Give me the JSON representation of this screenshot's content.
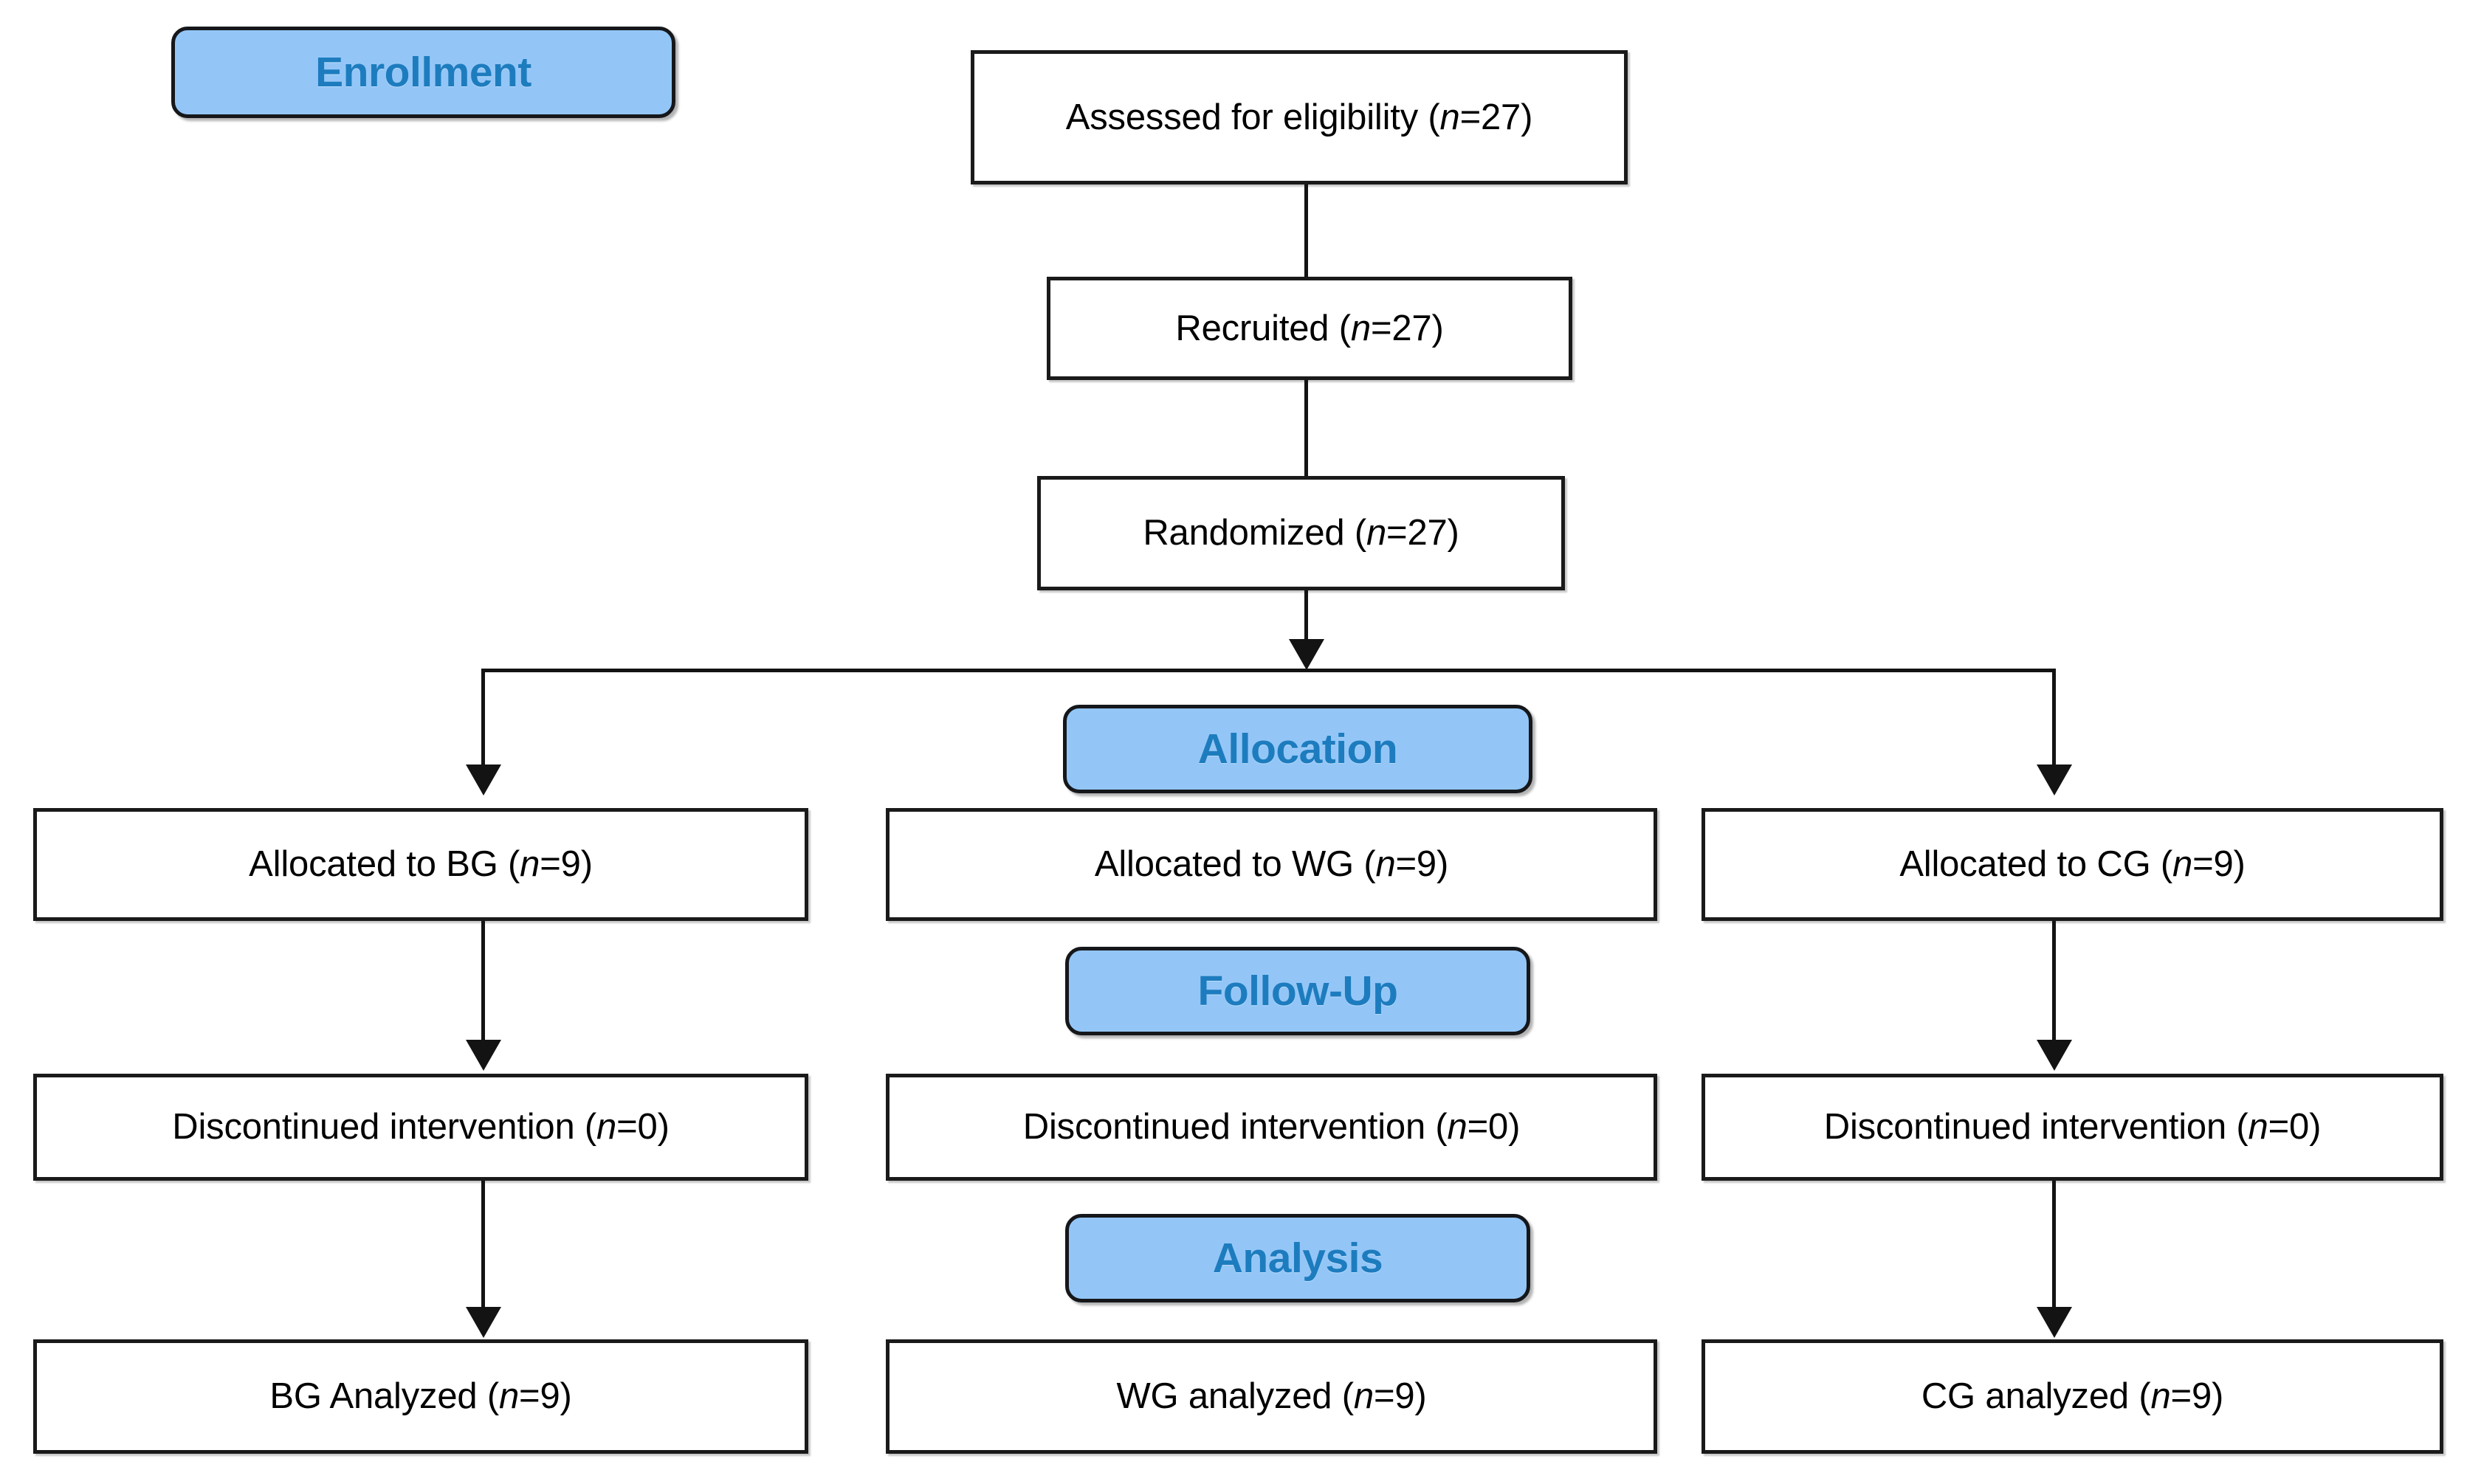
{
  "diagram": {
    "title": "CONSORT participant flow diagram",
    "colors": {
      "banner_fill": "#93C6F7",
      "banner_text": "#1D7CBE",
      "banner_border": "#15171a",
      "box_border": "#1a1a1a",
      "box_fill": "#ffffff",
      "connector": "#131313",
      "page_background": "#ffffff"
    }
  },
  "stages": {
    "enrollment": "Enrollment",
    "allocation": "Allocation",
    "followup": "Follow-Up",
    "analysis": "Analysis"
  },
  "enrollment_nodes": {
    "assessed": {
      "label": "Assessed for eligibility (",
      "n_symbol": "n",
      "n_value": "=27)"
    },
    "recruited": {
      "label": "Recruited (",
      "n_symbol": "n",
      "n_value": "=27)"
    },
    "randomized": {
      "label": "Randomized (",
      "n_symbol": "n",
      "n_value": "=27)"
    }
  },
  "arms": [
    {
      "key": "BG",
      "allocation": {
        "label": "Allocated to BG (",
        "n_symbol": "n",
        "n_value": "=9)"
      },
      "followup": {
        "label": "Discontinued intervention (",
        "n_symbol": "n",
        "n_value": "=0)"
      },
      "analysis": {
        "label": "BG Analyzed (",
        "n_symbol": "n",
        "n_value": "=9)"
      }
    },
    {
      "key": "WG",
      "allocation": {
        "label": "Allocated to WG (",
        "n_symbol": "n",
        "n_value": "=9)"
      },
      "followup": {
        "label": "Discontinued intervention (",
        "n_symbol": "n",
        "n_value": "=0)"
      },
      "analysis": {
        "label": "WG analyzed (",
        "n_symbol": "n",
        "n_value": "=9)"
      }
    },
    {
      "key": "CG",
      "allocation": {
        "label": "Allocated to CG (",
        "n_symbol": "n",
        "n_value": "=9)"
      },
      "followup": {
        "label": "Discontinued intervention (",
        "n_symbol": "n",
        "n_value": "=0)"
      },
      "analysis": {
        "label": "CG analyzed (",
        "n_symbol": "n",
        "n_value": "=9)"
      }
    }
  ],
  "counts": {
    "assessed_for_eligibility": 27,
    "recruited": 27,
    "randomized": 27,
    "allocated_BG": 9,
    "allocated_WG": 9,
    "allocated_CG": 9,
    "discontinued_BG": 0,
    "discontinued_WG": 0,
    "discontinued_CG": 0,
    "analyzed_BG": 9,
    "analyzed_WG": 9,
    "analyzed_CG": 9
  }
}
